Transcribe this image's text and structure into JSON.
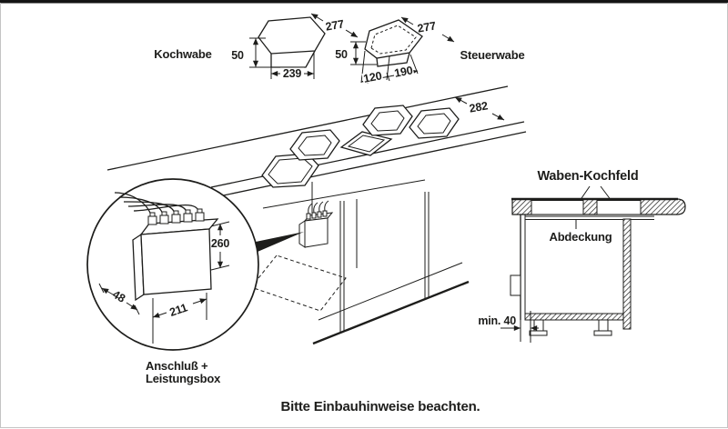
{
  "figure": {
    "kochwabe": {
      "label": "Kochwabe",
      "dim_diagonal": "277",
      "dim_height": "50",
      "dim_width": "239"
    },
    "steuerwabe": {
      "label": "Steuerwabe",
      "dim_diagonal": "277",
      "dim_height": "50",
      "dim_front": "120",
      "dim_width": "190"
    },
    "worktop": {
      "dim_depth": "282"
    },
    "connection_box": {
      "dim_height": "260",
      "dim_depth": "48",
      "dim_width": "211",
      "caption_line1": "Anschluß +",
      "caption_line2": "Leistungsbox"
    },
    "side_view": {
      "cooktop_label": "Waben-Kochfeld",
      "cover_label": "Abdeckung",
      "clearance": "min. 40"
    },
    "footer": "Bitte Einbauhinweise beachten."
  },
  "colors": {
    "line": "#1d1d1b",
    "background": "#ffffff"
  }
}
